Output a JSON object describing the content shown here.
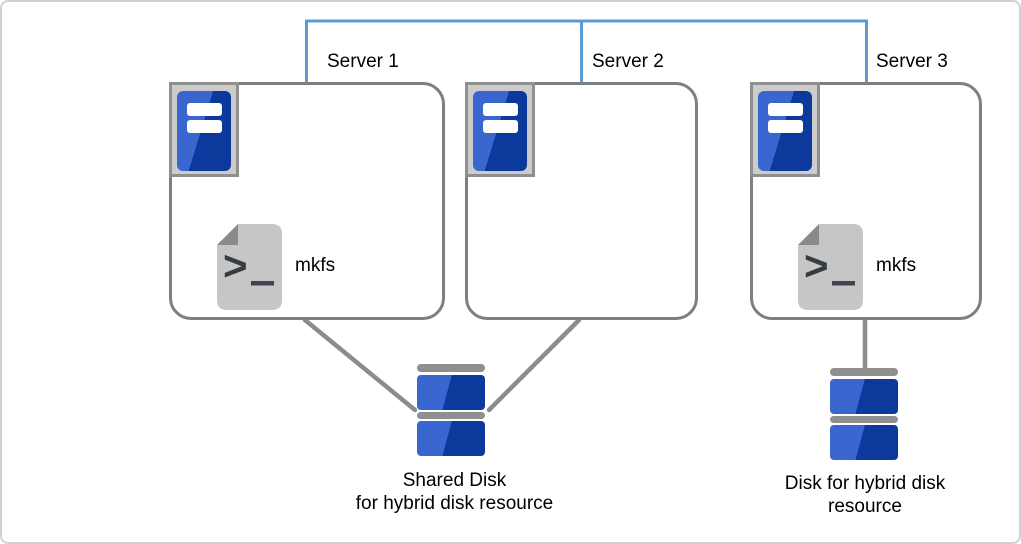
{
  "servers": [
    {
      "label": "Server 1",
      "command": "mkfs"
    },
    {
      "label": "Server 2"
    },
    {
      "label": "Server 3",
      "command": "mkfs"
    }
  ],
  "disks": [
    {
      "caption_line1": "Shared Disk",
      "caption_line2": "for hybrid disk resource"
    },
    {
      "caption_line1": "Disk for hybrid disk",
      "caption_line2": "resource"
    }
  ],
  "colors": {
    "network_link_blue": "#5b9bd5",
    "box_border_gray": "#7f7f7f",
    "connector_gray": "#8c8c8c",
    "server_blue_light": "#3a67cf",
    "server_blue_dark": "#0b3a9c",
    "icon_frame_fill": "#cccccc",
    "icon_frame_border": "#8f8f8f",
    "document_gray": "#c6c6c6",
    "document_fold_gray": "#8a8a8a",
    "disk_bar_gray": "#8f8f8f",
    "text_black": "#000000"
  }
}
